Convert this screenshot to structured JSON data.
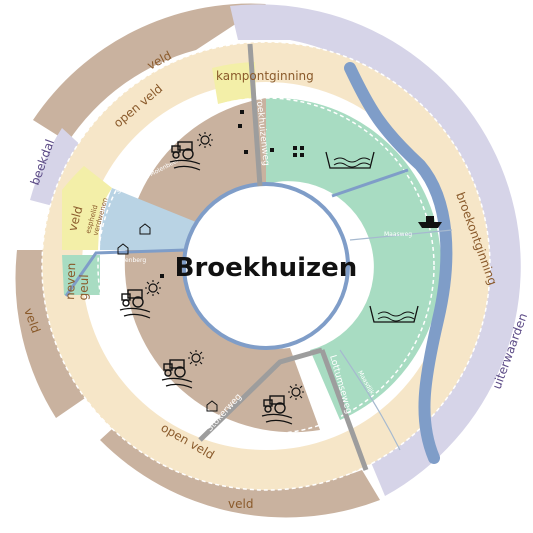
{
  "title": "Broekhuizen",
  "rings": {
    "outer": {
      "veld_top": "veld",
      "beekdal": "beekdal",
      "veld_left": "veld",
      "veld_bottom": "veld",
      "uiterwaarden": "uiterwaarden"
    },
    "middle": {
      "kampontginning": "kampontginning",
      "open_veld_top": "open veld",
      "veld_essen": "veld",
      "esphelid_verdwenen": "esphelid\nverdwenen",
      "neven_geul": "neven\ngeul",
      "broekontginning": "broekontginning",
      "open_veld_bottom": "open veld"
    }
  },
  "inner_labels": {
    "broekhuizenweg": "Broekhuizenweg",
    "stokerweg": "Stokerweg",
    "lottumseweg": "Lottumseweg",
    "small_top_left": "Stinkdorpse Molenbeek",
    "small_left": "Grotenberg",
    "small_right": "Maasweg",
    "small_right_lower": "Maasdijk"
  },
  "colors": {
    "brown": "#c9b29f",
    "cream": "#f6e6c8",
    "green": "#a8dcc2",
    "lilac": "#d6d4e8",
    "yellow": "#f3efa8",
    "river": "#7f9dc8",
    "road": "#9d9d9d",
    "text_brown": "#8a5a2b",
    "text_purple": "#5b4a86"
  },
  "icons": [
    "tractor-icon",
    "sun-icon",
    "river-icon",
    "ship-icon",
    "house-icon"
  ]
}
